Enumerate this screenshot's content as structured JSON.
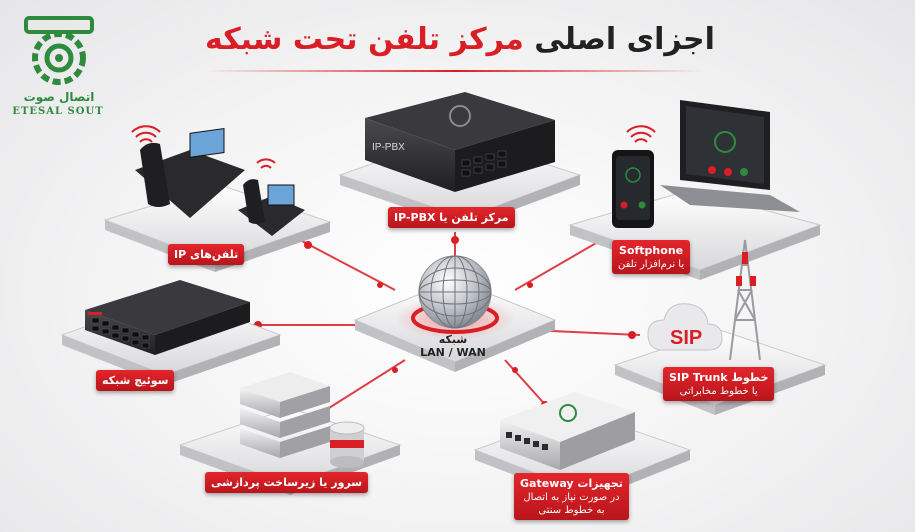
{
  "title": {
    "part_red": "مرکز تلفن تحت شبکه",
    "part_dark": "اجزای اصلی"
  },
  "logo": {
    "fa": "اتصال صوت",
    "en": "ETESAL SOUT"
  },
  "devices": {
    "pbx_tag": "IP-PBX",
    "sip_badge": "SIP"
  },
  "labels": {
    "pbx": "مرکز تلفن یا IP-PBX",
    "ip_phones": "تلفن‌های IP",
    "softphone_title": "Softphone",
    "softphone_sub": "یا نرم‌افزار تلفن",
    "switch": "سوئیچ شبکه",
    "sip_title": "خطوط SIP Trunk",
    "sip_sub": "یا خطوط مخابراتی",
    "server": "سرور یا زیرساخت پردازشی",
    "gateway_title": "تجهیزات Gateway",
    "gateway_sub1": "در صورت نیاز به اتصال",
    "gateway_sub2": "به خطوط سنتی",
    "network_title": "شبکه",
    "network_sub": "LAN / WAN"
  },
  "colors": {
    "accent": "#d91e25",
    "brand_green": "#2e8b3e",
    "device_dark": "#2b2b2e"
  }
}
